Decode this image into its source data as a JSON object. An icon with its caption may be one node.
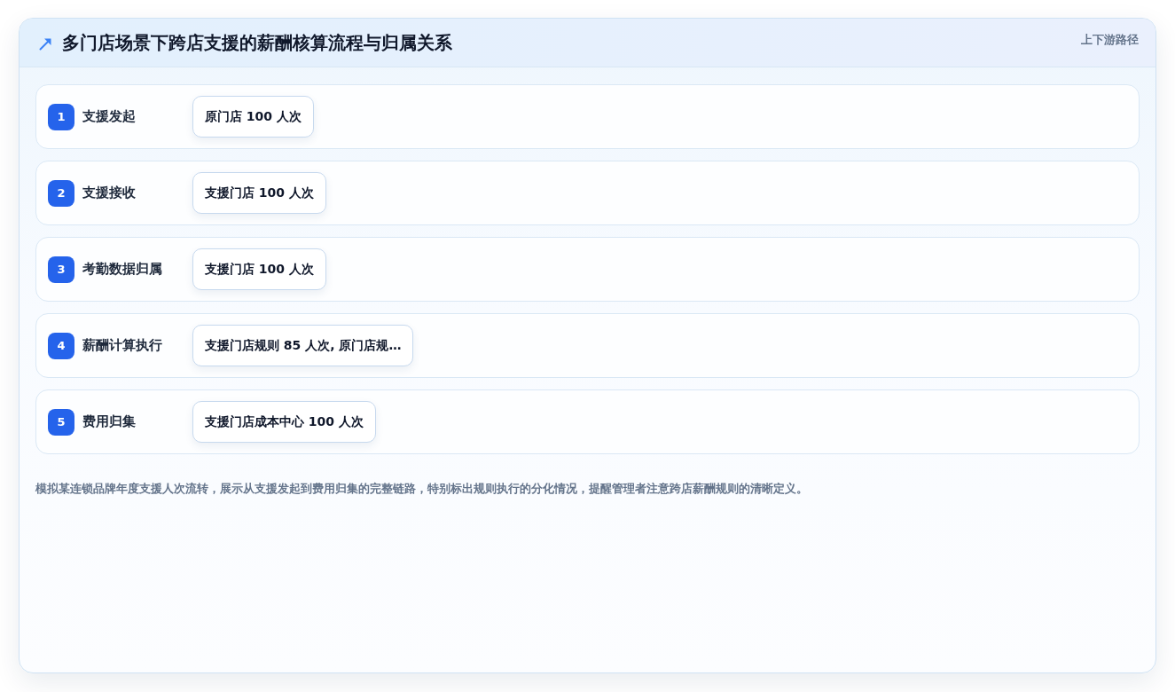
{
  "diagram": {
    "title": "多门店场景下跨店支援的薪酬核算流程与归属关系",
    "caption": "模拟某连锁品牌年度支援人次流转，展示从支援发起到费用归集的完整链路，特别标出规则执行的分化情况，提醒管理者注意跨店薪酬规则的清晰定义。",
    "nodes": [
      {
        "text": [
          "支援发起"
        ]
      },
      {
        "text": [
          "1"
        ],
        "in": 0
      },
      {
        "text": [
          "原门店 100 人次"
        ],
        "in": 0
      },
      {
        "text": [
          "支援接收"
        ]
      },
      {
        "text": [
          "2"
        ],
        "in": 3
      },
      {
        "text": [
          "支援门店 100 人次"
        ],
        "in": 3
      },
      {
        "text": [
          "考勤数据归属"
        ]
      },
      {
        "text": [
          "3"
        ],
        "in": 6
      },
      {
        "text": [
          "支援门店 100 人次"
        ],
        "in": 6
      },
      {
        "text": [
          "薪酬计算执行"
        ]
      },
      {
        "text": [
          "4"
        ],
        "in": 9
      },
      {
        "text": [
          "支援门店规则 85 人次, 原门店规…"
        ],
        "in": 9
      },
      {
        "text": [
          "费用归集"
        ]
      },
      {
        "text": [
          "5"
        ],
        "in": 12
      },
      {
        "text": [
          "支援门店成本中心 100 人次"
        ],
        "in": 12
      }
    ],
    "labels": [
      "上下游路径"
    ]
  }
}
